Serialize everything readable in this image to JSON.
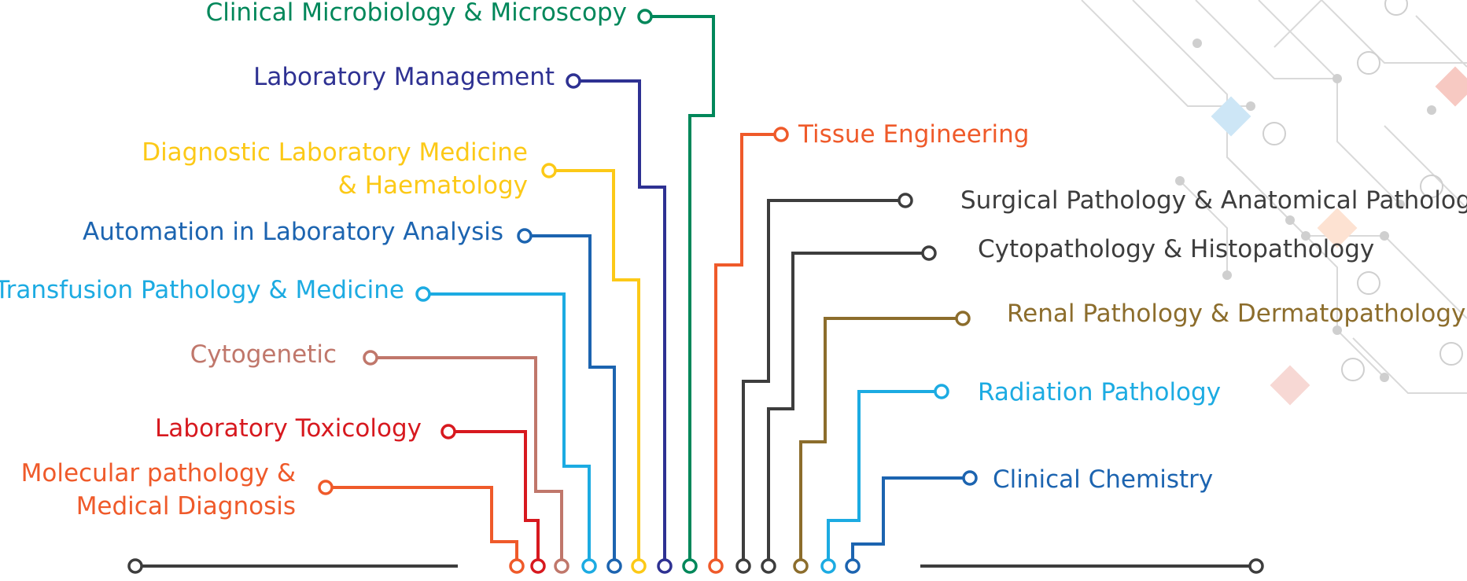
{
  "topics": [
    {
      "id": "clinical-microbiology",
      "lines": [
        "Clinical Microbiology & Microscopy"
      ],
      "color": "#00875a"
    },
    {
      "id": "laboratory-management",
      "lines": [
        "Laboratory Management"
      ],
      "color": "#2e3192"
    },
    {
      "id": "diagnostic-laboratory-medicine",
      "lines": [
        "Diagnostic Laboratory Medicine",
        "& Haematology"
      ],
      "color": "#fcc917"
    },
    {
      "id": "automation-lab-analysis",
      "lines": [
        "Automation in Laboratory Analysis"
      ],
      "color": "#1c64b0"
    },
    {
      "id": "transfusion-pathology",
      "lines": [
        "Transfusion Pathology & Medicine"
      ],
      "color": "#1cabe2"
    },
    {
      "id": "cytogenetic",
      "lines": [
        "Cytogenetic"
      ],
      "color": "#c0776b"
    },
    {
      "id": "laboratory-toxicology",
      "lines": [
        "Laboratory Toxicology"
      ],
      "color": "#d7191f"
    },
    {
      "id": "molecular-pathology",
      "lines": [
        "Molecular pathology &",
        "Medical Diagnosis"
      ],
      "color": "#ef5a2a"
    },
    {
      "id": "tissue-engineering",
      "lines": [
        "Tissue Engineering"
      ],
      "color": "#ef5a2a"
    },
    {
      "id": "surgical-pathology",
      "lines": [
        "Surgical Pathology & Anatomical Pathology"
      ],
      "color": "#3d3d3d"
    },
    {
      "id": "cytopathology",
      "lines": [
        "Cytopathology & Histopathology"
      ],
      "color": "#3d3d3d"
    },
    {
      "id": "renal-pathology",
      "lines": [
        "Renal Pathology & Dermatopathology"
      ],
      "color": "#8c6d2c"
    },
    {
      "id": "radiation-pathology",
      "lines": [
        "Radiation Pathology"
      ],
      "color": "#1cabe2"
    },
    {
      "id": "clinical-chemistry",
      "lines": [
        "Clinical Chemistry"
      ],
      "color": "#1c64b0"
    }
  ],
  "baseline_color": "#3d3d3d"
}
